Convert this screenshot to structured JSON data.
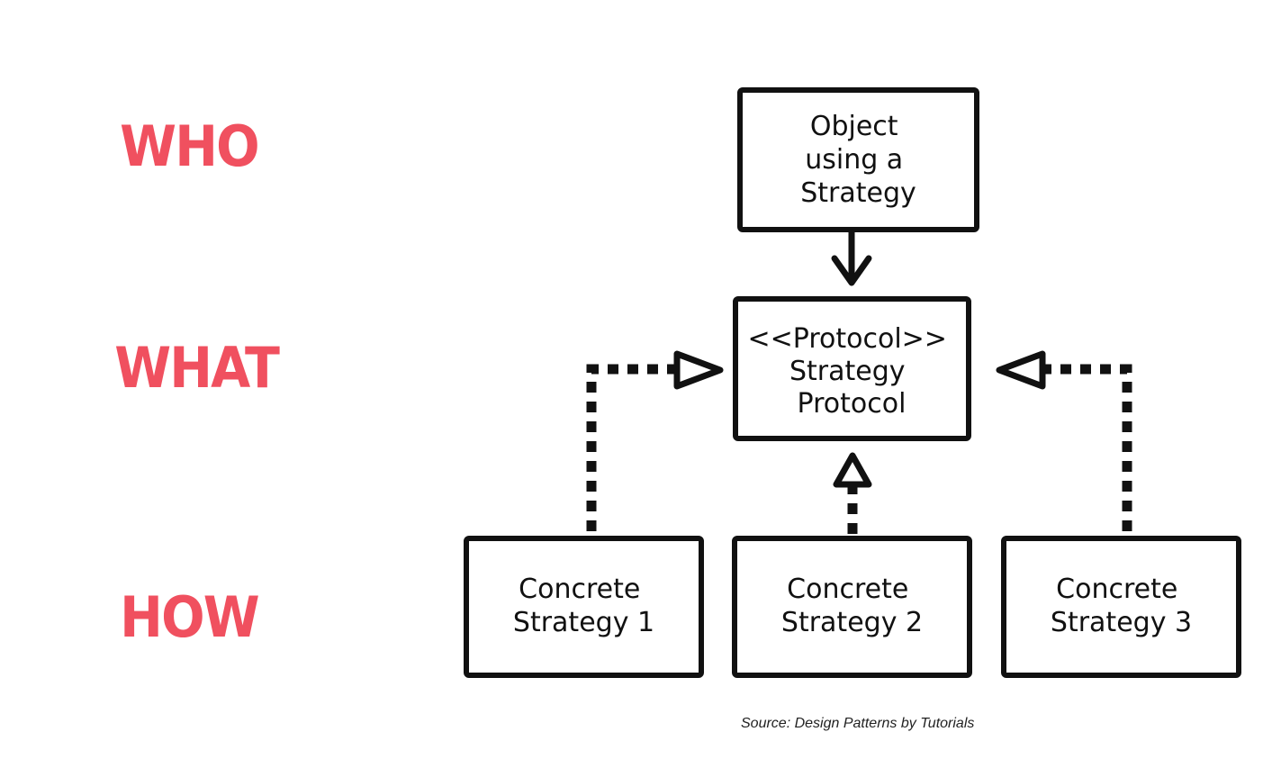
{
  "accent_color": "#f0505f",
  "ink_color": "#111111",
  "labels": {
    "who": "WHO",
    "what": "WHAT",
    "how": "HOW"
  },
  "boxes": {
    "context": [
      "Object",
      "using a",
      "Strategy"
    ],
    "protocol": [
      "<<Protocol>>",
      "Strategy",
      "Protocol"
    ],
    "concrete_1": [
      "Concrete",
      "Strategy 1"
    ],
    "concrete_2": [
      "Concrete",
      "Strategy 2"
    ],
    "concrete_3": [
      "Concrete",
      "Strategy 3"
    ]
  },
  "source": "Source: Design Patterns by Tutorials"
}
